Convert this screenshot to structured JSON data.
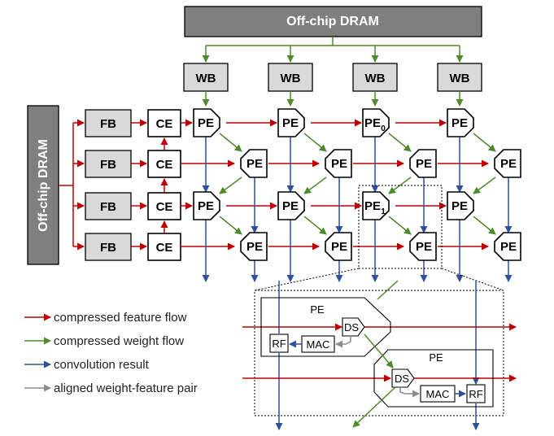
{
  "dram_top": "Off-chip DRAM",
  "dram_left": "Off-chip DRAM",
  "wb": "WB",
  "fb": "FB",
  "ce": "CE",
  "pe": "PE",
  "pe0_base": "PE",
  "pe0_sub": "0",
  "pe1_base": "PE",
  "pe1_sub": "1",
  "detail": {
    "pe": "PE",
    "ds": "DS",
    "mac": "MAC",
    "rf": "RF"
  },
  "legend": [
    {
      "label": "compressed feature flow",
      "color": "#c00000"
    },
    {
      "label": "compressed weight flow",
      "color": "#4e8a2b"
    },
    {
      "label": "convolution result",
      "color": "#2f4f9f"
    },
    {
      "label": "aligned weight-feature pair",
      "color": "#8c8c8c"
    }
  ]
}
